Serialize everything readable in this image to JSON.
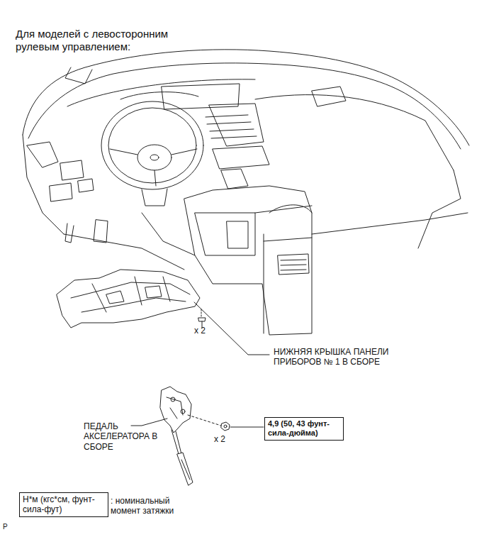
{
  "diagram": {
    "title": "Для моделей с левосторонним рулевым управлением:",
    "nodes": [
      {
        "text": [
          "4,9 (50, 43 фунт-сила-дюйма)"
        ]
      },
      {
        "text": [
          "Н*м (кгс*см, фунт-сила-фут)"
        ]
      }
    ],
    "labels": [
      "x 2",
      "НИЖНЯЯ КРЫШКА ПАНЕЛИ ПРИБОРОВ № 1 В СБОРЕ",
      "ПЕДАЛЬ АКСЕЛЕРАТОРА В СБОРЕ",
      "x 2",
      ": номинальный момент затяжки",
      "P"
    ]
  }
}
